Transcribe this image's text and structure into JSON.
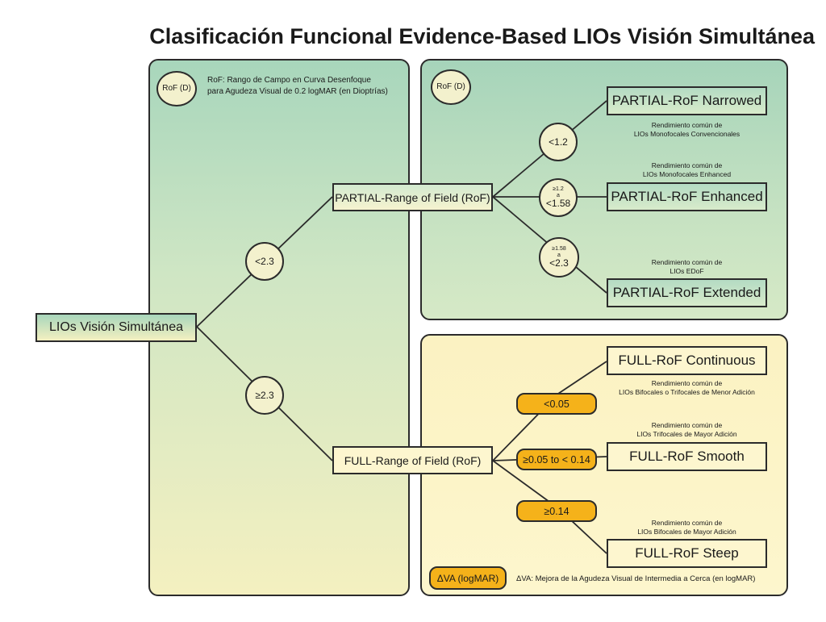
{
  "title": "Clasificación Funcional Evidence-Based LIOs Visión Simultánea",
  "legend": {
    "rof_badge": "RoF (D)",
    "rof_line1": "RoF: Rango de Campo en Curva Desenfoque",
    "rof_line2": "para Agudeza Visual de 0.2 logMAR (en Dioptrías)",
    "dva_badge": "ΔVA (logMAR)",
    "dva_text": "ΔVA: Mejora de la Agudeza Visual de Intermedia a Cerca (en logMAR)"
  },
  "partial_panel_badge": "RoF (D)",
  "root": "LIOs Visión Simultánea",
  "branch_partial": {
    "condition": "<2.3",
    "label": "PARTIAL-Range of Field (RoF)",
    "sub": [
      {
        "condition_small": "",
        "condition_main": "<1.2",
        "label": "PARTIAL-RoF Narrowed",
        "desc_line1": "Rendimiento común de",
        "desc_line2": "LIOs Monofocales Convencionales"
      },
      {
        "condition_small": "≥1.2",
        "condition_a": "a",
        "condition_main": "<1.58",
        "label": "PARTIAL-RoF Enhanced",
        "desc_line1": "Rendimiento común de",
        "desc_line2": "LIOs Monofocales Enhanced"
      },
      {
        "condition_small": "≥1.58",
        "condition_a": "a",
        "condition_main": "<2.3",
        "label": "PARTIAL-RoF Extended",
        "desc_line1": "Rendimiento común de",
        "desc_line2": "LIOs EDoF"
      }
    ]
  },
  "branch_full": {
    "condition": "≥2.3",
    "label": "FULL-Range of Field (RoF)",
    "sub": [
      {
        "condition": "<0.05",
        "label": "FULL-RoF Continuous",
        "desc_line1": "Rendimiento común de",
        "desc_line2": "LIOs Bifocales o Trifocales de Menor Adición"
      },
      {
        "condition": "≥0.05 to < 0.14",
        "label": "FULL-RoF Smooth",
        "desc_line1": "Rendimiento común de",
        "desc_line2": "LIOs Trifocales de Mayor Adición"
      },
      {
        "condition": "≥0.14",
        "label": "FULL-RoF Steep",
        "desc_line1": "Rendimiento común de",
        "desc_line2": "LIOs Bifocales de Mayor Adición"
      }
    ]
  },
  "colors": {
    "pill": "#f5b21a",
    "green_top": "#a8d6bc",
    "yellow_bottom": "#f4f0c0",
    "line": "#2b2b2b"
  }
}
